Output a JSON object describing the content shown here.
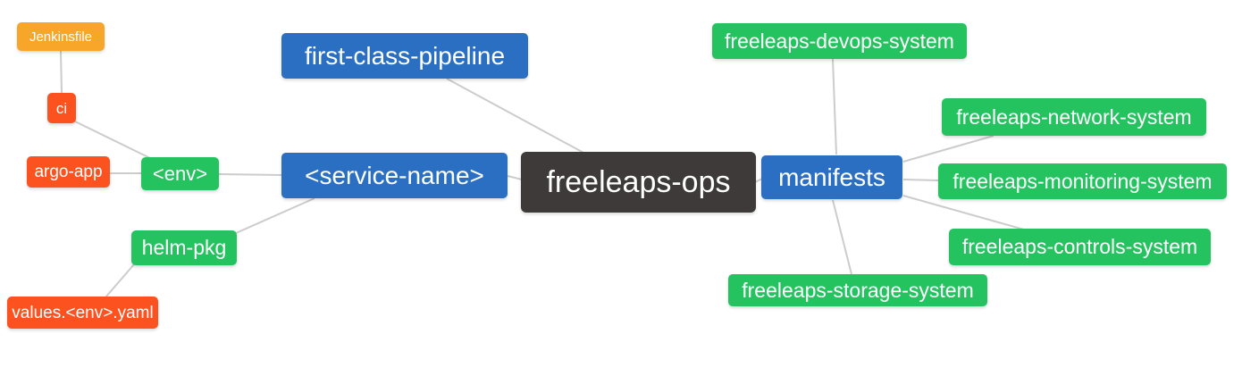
{
  "palette": {
    "node_blue": "#2b6fc3",
    "node_green": "#25c360",
    "node_red": "#fb5220",
    "node_orange": "#f8a62a",
    "node_dark": "#3d3a39",
    "edge_line": "#cccccc",
    "node_text": "#ffffff",
    "background": "#ffffff"
  },
  "mindmap": {
    "title": "freeleaps-ops",
    "nodes": {
      "freeleaps_ops": {
        "label": "freeleaps-ops",
        "color": "node_dark"
      },
      "first_class_pipeline": {
        "label": "first-class-pipeline",
        "color": "node_blue"
      },
      "service_name": {
        "label": "<service-name>",
        "color": "node_blue"
      },
      "manifests": {
        "label": "manifests",
        "color": "node_blue"
      },
      "env": {
        "label": "<env>",
        "color": "node_green"
      },
      "helm_pkg": {
        "label": "helm-pkg",
        "color": "node_green"
      },
      "ci": {
        "label": "ci",
        "color": "node_red"
      },
      "argo_app": {
        "label": "argo-app",
        "color": "node_red"
      },
      "values_env_yaml": {
        "label": "values.<env>.yaml",
        "color": "node_red"
      },
      "jenkinsfile": {
        "label": "Jenkinsfile",
        "color": "node_orange"
      },
      "devops_system": {
        "label": "freeleaps-devops-system",
        "color": "node_green"
      },
      "network_system": {
        "label": "freeleaps-network-system",
        "color": "node_green"
      },
      "monitoring_system": {
        "label": "freeleaps-monitoring-system",
        "color": "node_green"
      },
      "controls_system": {
        "label": "freeleaps-controls-system",
        "color": "node_green"
      },
      "storage_system": {
        "label": "freeleaps-storage-system",
        "color": "node_green"
      }
    },
    "edges": [
      {
        "from": "jenkinsfile",
        "to": "ci"
      },
      {
        "from": "ci",
        "to": "env"
      },
      {
        "from": "argo_app",
        "to": "env"
      },
      {
        "from": "env",
        "to": "service_name"
      },
      {
        "from": "helm_pkg",
        "to": "service_name"
      },
      {
        "from": "values_env_yaml",
        "to": "helm_pkg"
      },
      {
        "from": "first_class_pipeline",
        "to": "freeleaps_ops"
      },
      {
        "from": "service_name",
        "to": "freeleaps_ops"
      },
      {
        "from": "freeleaps_ops",
        "to": "manifests"
      },
      {
        "from": "manifests",
        "to": "devops_system"
      },
      {
        "from": "manifests",
        "to": "network_system"
      },
      {
        "from": "manifests",
        "to": "monitoring_system"
      },
      {
        "from": "manifests",
        "to": "controls_system"
      },
      {
        "from": "manifests",
        "to": "storage_system"
      }
    ]
  }
}
